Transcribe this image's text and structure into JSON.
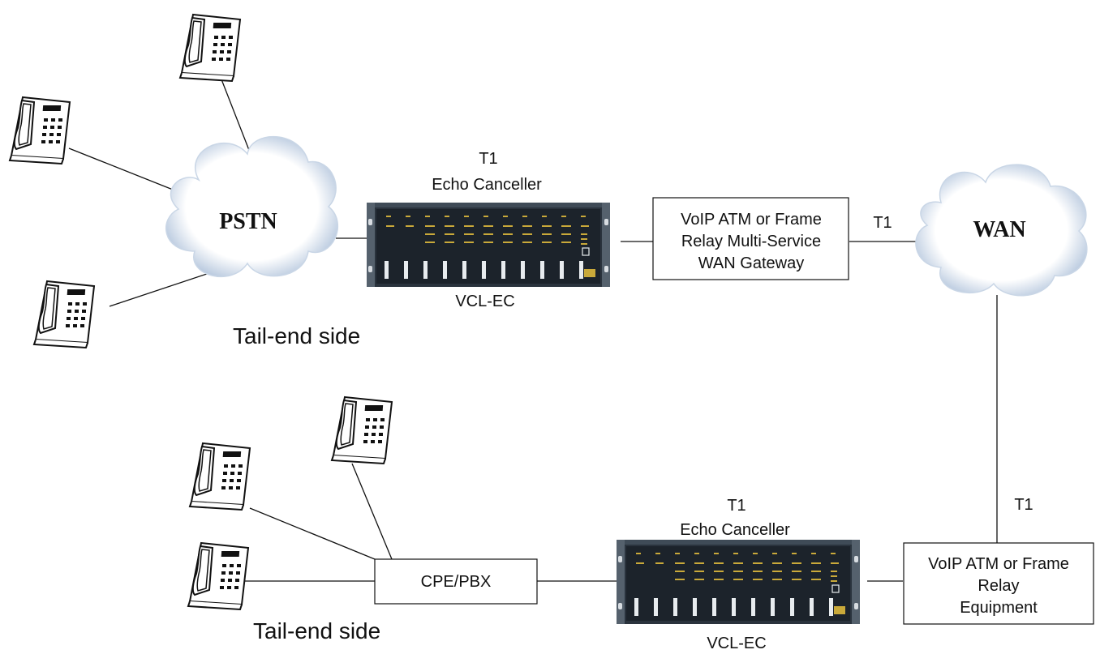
{
  "clouds": {
    "pstn": "PSTN",
    "wan": "WAN"
  },
  "top_unit": {
    "link": "T1",
    "title": "Echo Canceller",
    "model": "VCL-EC"
  },
  "bottom_unit": {
    "link": "T1",
    "title": "Echo Canceller",
    "model": "VCL-EC"
  },
  "gateway_box": {
    "line1": "VoIP ATM  or Frame",
    "line2": "Relay Multi-Service",
    "line3": "WAN Gateway"
  },
  "relay_box": {
    "line1": "VoIP ATM  or Frame",
    "line2": "Relay",
    "line3": "Equipment"
  },
  "pbx_box": "CPE/PBX",
  "links": {
    "gateway_wan": "T1",
    "wan_relay": "T1"
  },
  "tail_top": "Tail-end side",
  "tail_bottom": "Tail-end side",
  "colors": {
    "line": "#111111",
    "cloud_edge": "#b9c9dd",
    "device": "#1c232b"
  }
}
